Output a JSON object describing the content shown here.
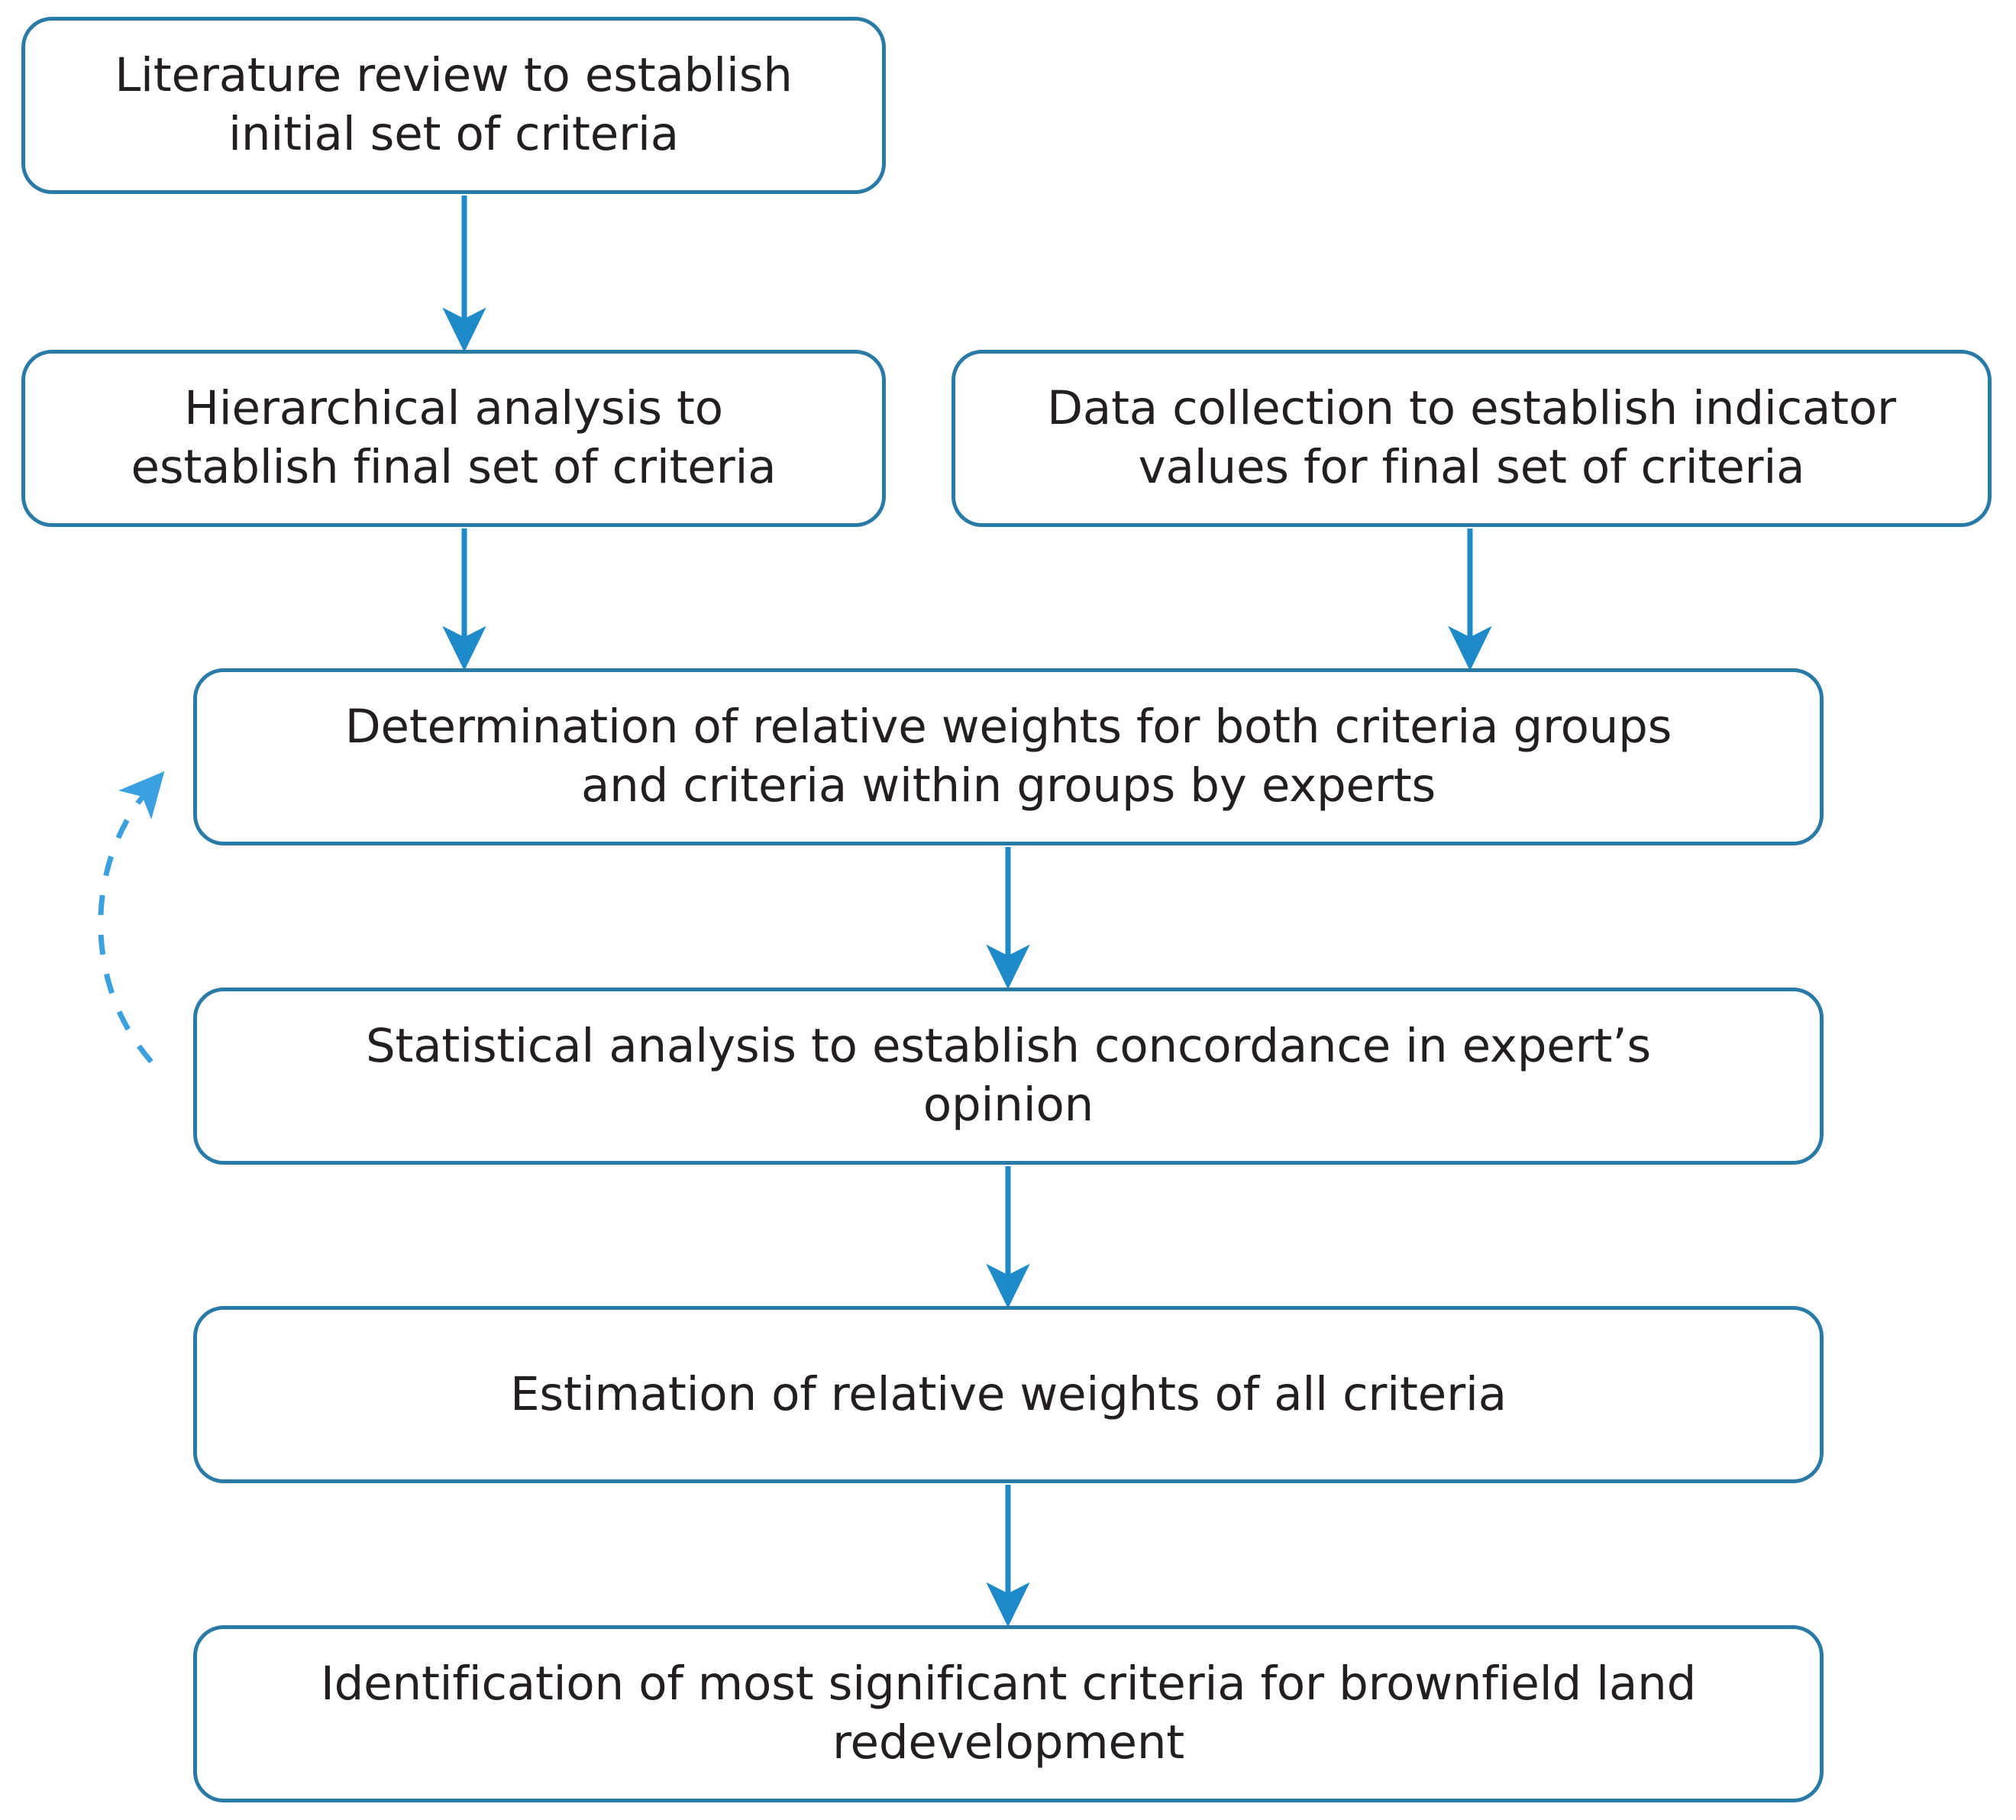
{
  "diagram": {
    "title": "Research methodology flowchart for brownfield land redevelopment criteria",
    "colors": {
      "node_border": "#2a7aa8",
      "node_fill": "#ffffff",
      "text": "#231f20",
      "connector": "#1f8ac9",
      "feedback_connector": "#3aa0e0"
    },
    "nodes": [
      {
        "id": "literature-review",
        "label": "Literature review to establish\ninitial set of criteria"
      },
      {
        "id": "hierarchical",
        "label": "Hierarchical analysis to\nestablish final set of criteria"
      },
      {
        "id": "data-collection",
        "label": "Data collection to establish indicator\nvalues for final set of criteria"
      },
      {
        "id": "determination",
        "label": "Determination of relative weights for both criteria groups\nand criteria within groups by experts"
      },
      {
        "id": "statistical",
        "label": "Statistical analysis to establish concordance in expert’s\nopinion"
      },
      {
        "id": "estimation",
        "label": "Estimation of relative weights of all criteria"
      },
      {
        "id": "identification",
        "label": "Identification of most significant criteria for brownfield land\nredevelopment"
      }
    ],
    "edges": [
      {
        "id": "edge-literature-to-hierarchical",
        "from": "literature-review",
        "to": "hierarchical",
        "style": "solid",
        "label": ""
      },
      {
        "id": "edge-hierarchical-to-determination",
        "from": "hierarchical",
        "to": "determination",
        "style": "solid",
        "label": ""
      },
      {
        "id": "edge-data-to-determination",
        "from": "data-collection",
        "to": "determination",
        "style": "solid",
        "label": ""
      },
      {
        "id": "edge-determination-to-statistical",
        "from": "determination",
        "to": "statistical",
        "style": "solid",
        "label": ""
      },
      {
        "id": "edge-statistical-to-estimation",
        "from": "statistical",
        "to": "estimation",
        "style": "solid",
        "label": ""
      },
      {
        "id": "edge-estimation-to-identification",
        "from": "estimation",
        "to": "identification",
        "style": "solid",
        "label": ""
      },
      {
        "id": "edge-statistical-feedback",
        "from": "statistical",
        "to": "determination",
        "style": "dashed",
        "label": ""
      }
    ]
  }
}
